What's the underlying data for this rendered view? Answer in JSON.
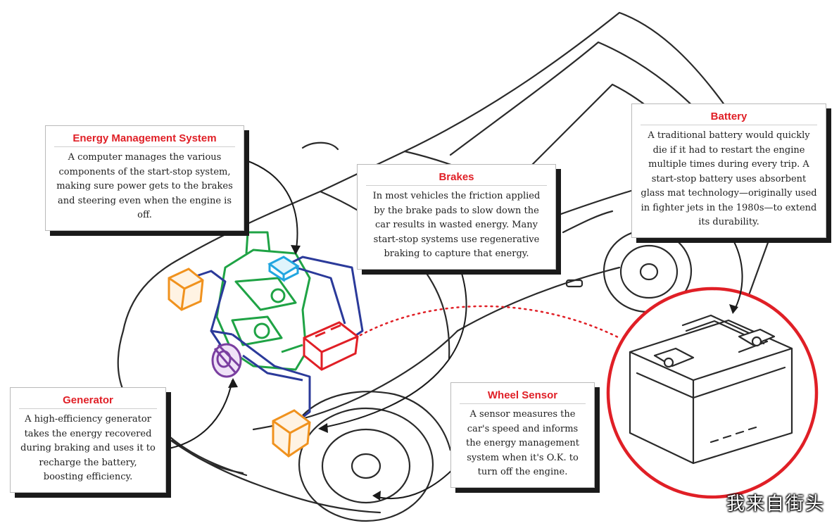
{
  "callouts": {
    "energy": {
      "title": "Energy Management System",
      "text": "A computer manages the various components of the start-stop system, making sure power gets to the brakes and steering even when the engine is off."
    },
    "brakes": {
      "title": "Brakes",
      "text": "In most vehicles the friction applied by the brake pads to slow down the car results in wasted energy. Many start-stop systems use regenerative braking to capture that energy."
    },
    "battery": {
      "title": "Battery",
      "text": "A traditional battery would quickly die if it had to restart the engine multiple times during every trip. A start-stop battery uses absorbent glass mat technology—originally used in fighter jets in the 1980s—to extend its durability."
    },
    "generator": {
      "title": "Generator",
      "text": "A high-efficiency generator takes the energy recovered during braking and uses it to recharge the battery, boosting efficiency."
    },
    "wheel": {
      "title": "Wheel Sensor",
      "text": "A sensor measures the car's speed and informs the energy management system when it's O.K. to turn off the engine."
    }
  },
  "watermark": "我来自街头",
  "colors": {
    "accent_red": "#e01f26",
    "engine_green": "#1fa345",
    "wiring_blue": "#2b3a9a",
    "generator_purple": "#7a3fa0",
    "component_orange": "#f0921e",
    "module_cyan": "#22a6e0"
  }
}
